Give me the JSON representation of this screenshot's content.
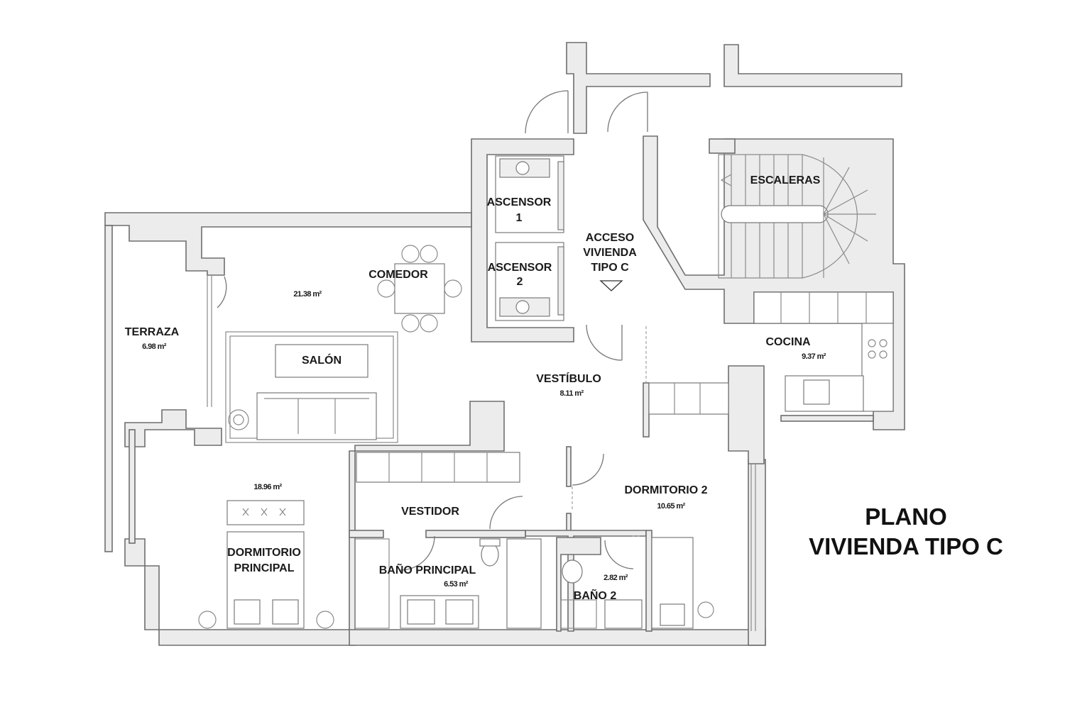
{
  "title": {
    "line1": "PLANO",
    "line2": "VIVIENDA TIPO C"
  },
  "rooms": {
    "escaleras": {
      "label": "ESCALERAS"
    },
    "ascensor1": {
      "line1": "ASCENSOR",
      "line2": "1"
    },
    "ascensor2": {
      "line1": "ASCENSOR",
      "line2": "2"
    },
    "acceso": {
      "line1": "ACCESO",
      "line2": "VIVIENDA",
      "line3": "TIPO C"
    },
    "comedor": {
      "label": "COMEDOR"
    },
    "salon": {
      "label": "SALÓN",
      "area": "21.38 m²"
    },
    "terraza": {
      "label": "TERRAZA",
      "area": "6.98 m²"
    },
    "cocina": {
      "label": "COCINA",
      "area": "9.37 m²"
    },
    "vestibulo": {
      "label": "VESTÍBULO",
      "area": "8.11 m²"
    },
    "dormitorio_principal": {
      "line1": "DORMITORIO",
      "line2": "PRINCIPAL",
      "area": "18.96 m²"
    },
    "vestidor": {
      "label": "VESTIDOR"
    },
    "bano_principal": {
      "label": "BAÑO PRINCIPAL",
      "area": "6.53 m²"
    },
    "bano2": {
      "label": "BAÑO 2",
      "area": "2.82 m²"
    },
    "dormitorio2": {
      "label": "DORMITORIO 2",
      "area": "10.65 m²"
    }
  }
}
